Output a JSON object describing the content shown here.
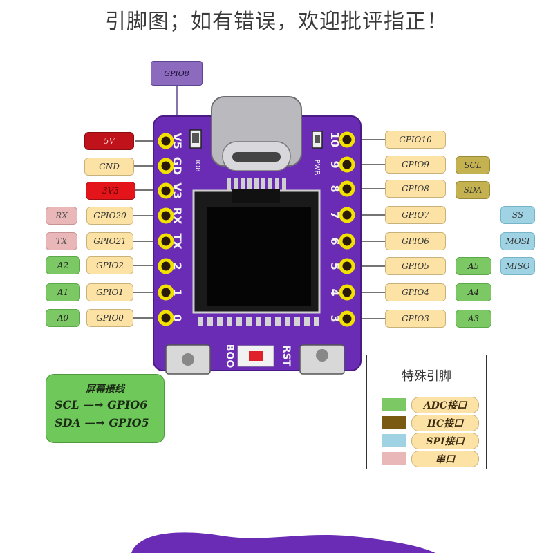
{
  "title": "引脚图；如有错误，欢迎批评指正！",
  "board": {
    "top_pin": "GPIO8",
    "silk_left": [
      "V5",
      "GD",
      "V3",
      "RX",
      "TX",
      "2",
      "1",
      "0"
    ],
    "silk_right": [
      "10",
      "9",
      "8",
      "7",
      "6",
      "5",
      "4",
      "3"
    ],
    "silk_misc": {
      "io8": "IO8",
      "pwr": "PWR",
      "boot": "BOO",
      "rst": "RST"
    }
  },
  "left_pins": [
    {
      "label": "5V",
      "extra": ""
    },
    {
      "label": "GND",
      "extra": ""
    },
    {
      "label": "3V3",
      "extra": ""
    },
    {
      "label": "GPIO20",
      "extra": "RX"
    },
    {
      "label": "GPIO21",
      "extra": "TX"
    },
    {
      "label": "GPIO2",
      "extra": "A2"
    },
    {
      "label": "GPIO1",
      "extra": "A1"
    },
    {
      "label": "GPIO0",
      "extra": "A0"
    }
  ],
  "right_pins": [
    {
      "label": "GPIO10",
      "extra": "",
      "extra2": ""
    },
    {
      "label": "GPIO9",
      "extra": "SCL",
      "extra2": ""
    },
    {
      "label": "GPIO8",
      "extra": "SDA",
      "extra2": ""
    },
    {
      "label": "GPIO7",
      "extra": "",
      "extra2": "SS"
    },
    {
      "label": "GPIO6",
      "extra": "",
      "extra2": "MOSI"
    },
    {
      "label": "GPIO5",
      "extra": "A5",
      "extra2": "MISO"
    },
    {
      "label": "GPIO4",
      "extra": "A4",
      "extra2": ""
    },
    {
      "label": "GPIO3",
      "extra": "A3",
      "extra2": ""
    }
  ],
  "screen_note": {
    "heading": "屏幕接线",
    "line1": "SCL —→ GPIO6",
    "line2": "SDA —→ GPIO5"
  },
  "legend": {
    "title": "特殊引脚",
    "items": [
      {
        "label": "ADC接口",
        "color": "#7cc864"
      },
      {
        "label": "IIC接口",
        "color": "#7a5a10"
      },
      {
        "label": "SPI接口",
        "color": "#9fd3e4"
      },
      {
        "label": "串口",
        "color": "#eab7b8"
      }
    ]
  },
  "colors": {
    "board": "#6a2bb5",
    "header": "#f1e000",
    "gpio_label": "#fce3a5"
  }
}
